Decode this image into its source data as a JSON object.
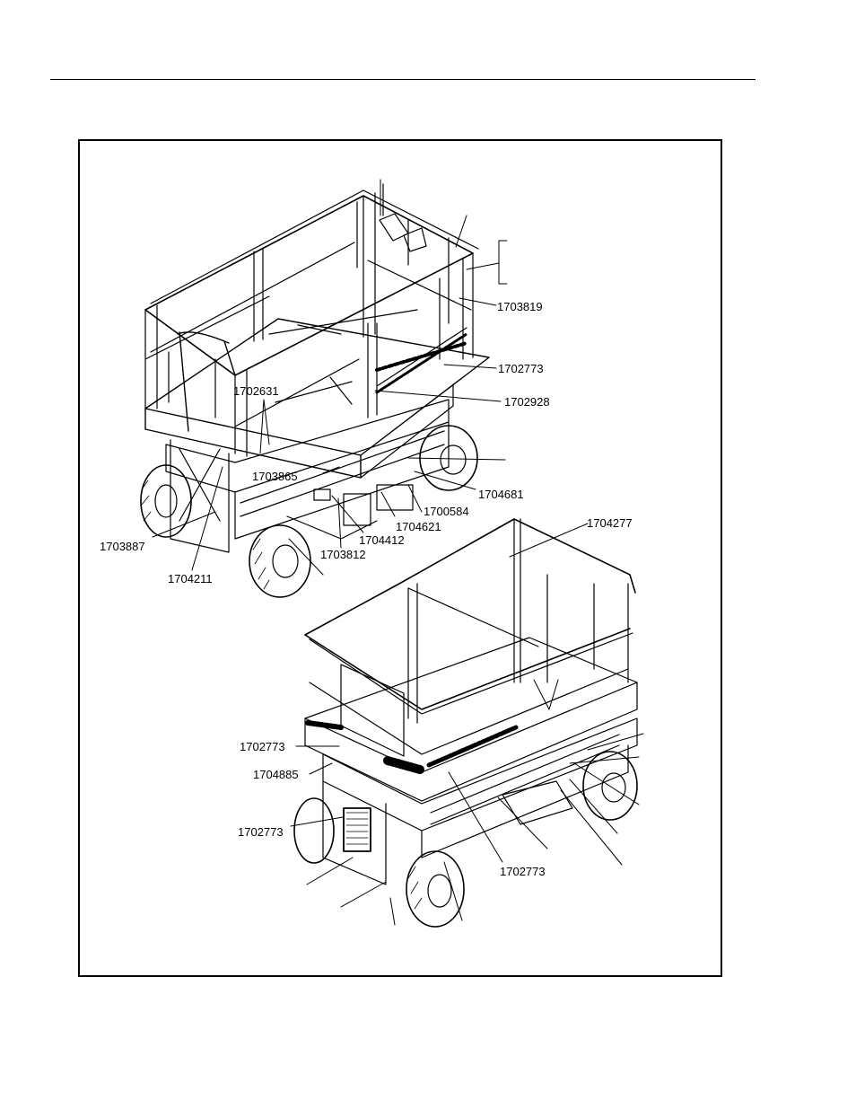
{
  "callouts": [
    {
      "id": "c1",
      "text": "1703819"
    },
    {
      "id": "c2",
      "text": "1702773"
    },
    {
      "id": "c3",
      "text": "1702928"
    },
    {
      "id": "c4",
      "text": "1702631"
    },
    {
      "id": "c5",
      "text": "1703865"
    },
    {
      "id": "c6",
      "text": "1704681"
    },
    {
      "id": "c7",
      "text": "1700584"
    },
    {
      "id": "c8",
      "text": "1704621"
    },
    {
      "id": "c9",
      "text": "1704412"
    },
    {
      "id": "c10",
      "text": "1703812"
    },
    {
      "id": "c11",
      "text": "1703887"
    },
    {
      "id": "c12",
      "text": "1704211"
    },
    {
      "id": "c13",
      "text": "1704277"
    },
    {
      "id": "c14",
      "text": "1702773"
    },
    {
      "id": "c15",
      "text": "1704885"
    },
    {
      "id": "c16",
      "text": "1702773"
    },
    {
      "id": "c17",
      "text": "1702773"
    }
  ]
}
